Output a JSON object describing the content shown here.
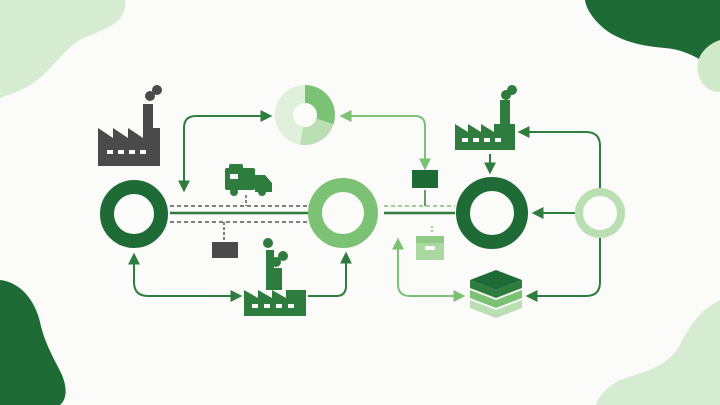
{
  "colors": {
    "background": "#fbfbfa",
    "dark_green": "#1e6b35",
    "mid_green": "#2f7d3e",
    "light_green": "#7cc274",
    "pale_green": "#b9dfb2",
    "very_pale_green": "#dff0db",
    "dark_gray": "#4a4a4a",
    "blob_dark": "#1e6b35",
    "blob_light": "#cfe9c9"
  },
  "nodes": [
    {
      "id": "hub-left",
      "shade": "dark"
    },
    {
      "id": "hub-center",
      "shade": "light"
    },
    {
      "id": "hub-right",
      "shade": "dark"
    },
    {
      "id": "hub-far-right",
      "shade": "pale"
    }
  ],
  "icons": [
    "factory-icon-top-left",
    "pie-chart-icon",
    "factory-icon-top-right",
    "delivery-truck-icon",
    "box-icon",
    "package-icon",
    "factory-icon-bottom",
    "layers-stack-icon"
  ],
  "pie": {
    "segments": [
      0.45,
      0.2,
      0.35
    ]
  }
}
